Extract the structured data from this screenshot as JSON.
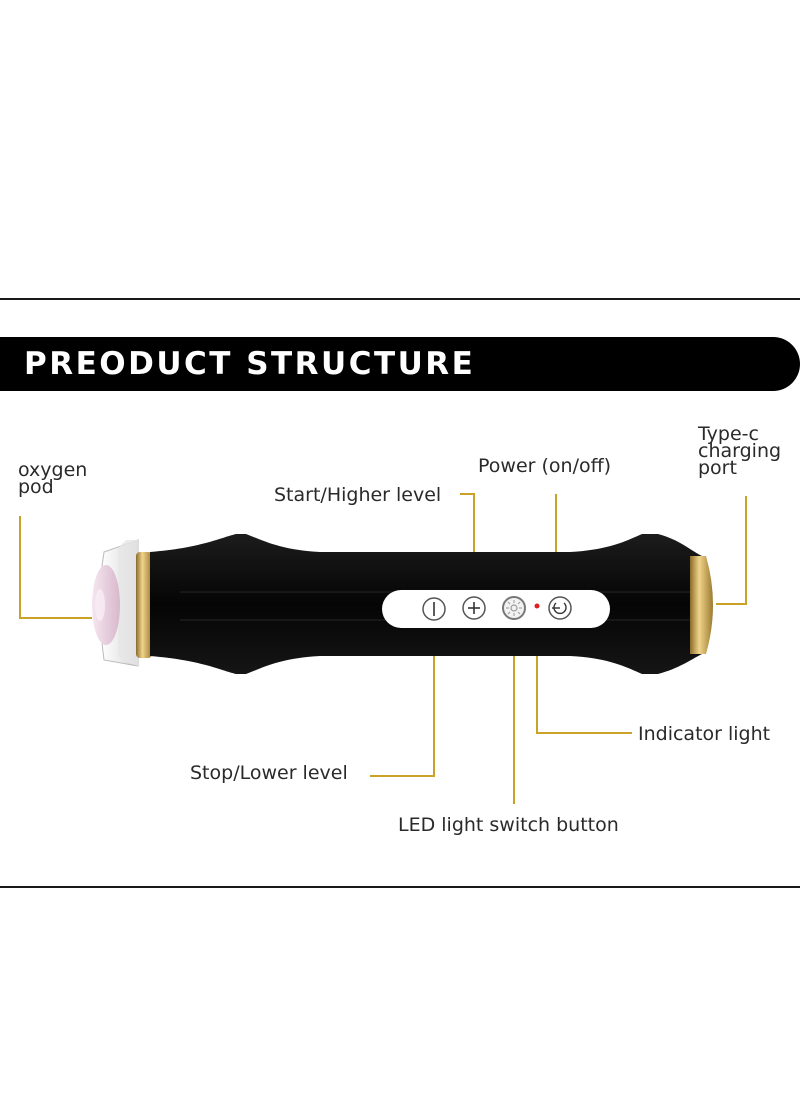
{
  "banner": {
    "title": "PREODUCT STRUCTURE"
  },
  "callouts": {
    "oxygen_pod": [
      "oxygen",
      "pod"
    ],
    "power": "Power (on/off)",
    "start_higher": "Start/Higher level",
    "type_c": [
      "Type-c",
      "charging",
      "port"
    ],
    "indicator": "Indicator light",
    "stop_lower": "Stop/Lower level",
    "led_switch": "LED light switch button"
  },
  "colors": {
    "leader_line": "#c9a227",
    "device_body": "#0b0b0b",
    "gold_ring": "#c9a24a",
    "pod_pink": "#e9cfe0",
    "indicator_red": "#e02020"
  },
  "icons": [
    "minus-button-icon",
    "plus-button-icon",
    "led-sun-icon",
    "indicator-dot-icon",
    "power-icon"
  ]
}
